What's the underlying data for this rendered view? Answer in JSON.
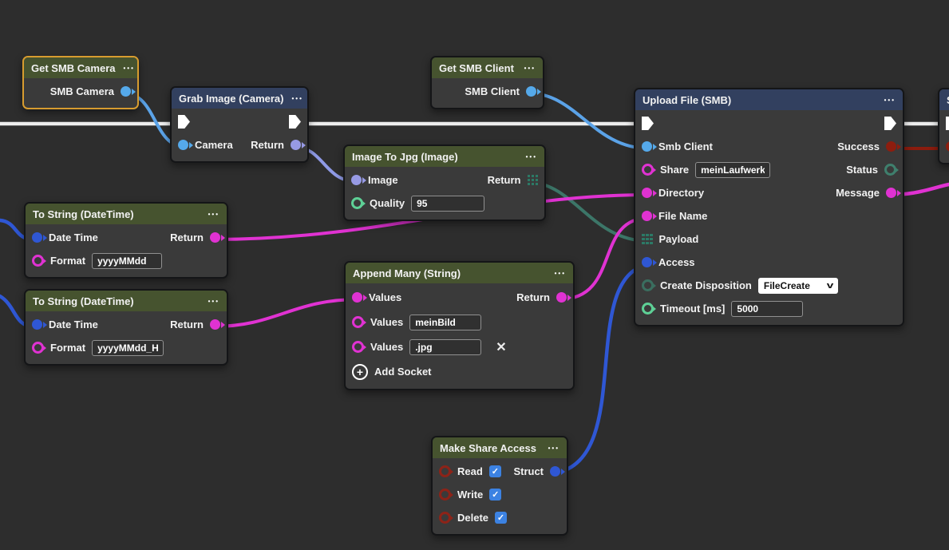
{
  "canvas": {
    "background": "#2d2d2d"
  },
  "icons": {
    "ellipsis": "•••",
    "close": "✕",
    "plus": "+",
    "check": "✓",
    "chevron_down": "v",
    "grid_icon_color": "#2c7a66",
    "exec_pin_color": "#ffffff"
  },
  "colors": {
    "header_green": "#46532f",
    "header_navy": "#32405f",
    "node_body": "#3a3a3a",
    "selection_border": "#d79c2f",
    "port_light_blue": "#55a9ea",
    "port_lavender": "#979ae4",
    "port_royal_blue": "#2f57d4",
    "port_magenta": "#e032d2",
    "port_mint": "#5ed096",
    "port_teal": "#3f7f6d",
    "port_teal_dim": "#3a6e5f",
    "port_dark_red": "#8d1d0e",
    "wire_white": "#ededed",
    "wire_teal": "#3c7668",
    "checkbox_blue": "#3c82e2"
  },
  "nodes": {
    "get_smb_camera": {
      "title": "Get SMB Camera",
      "outputs": {
        "smb_camera": "SMB Camera"
      },
      "selected": true
    },
    "grab_image": {
      "title": "Grab Image (Camera)",
      "inputs": {
        "camera": "Camera"
      },
      "outputs": {
        "return": "Return"
      }
    },
    "get_smb_client": {
      "title": "Get SMB Client",
      "outputs": {
        "smb_client": "SMB Client"
      }
    },
    "image_to_jpg": {
      "title": "Image To Jpg (Image)",
      "inputs": {
        "image": "Image",
        "quality": "Quality"
      },
      "fields": {
        "quality": "95"
      },
      "outputs": {
        "return": "Return"
      }
    },
    "to_string_1": {
      "title": "To String (DateTime)",
      "inputs": {
        "date_time": "Date Time",
        "format": "Format"
      },
      "fields": {
        "format": "yyyyMMdd"
      },
      "outputs": {
        "return": "Return"
      }
    },
    "to_string_2": {
      "title": "To String (DateTime)",
      "inputs": {
        "date_time": "Date Time",
        "format": "Format"
      },
      "fields": {
        "format": "yyyyMMdd_HH"
      },
      "outputs": {
        "return": "Return"
      }
    },
    "append_many": {
      "title": "Append Many (String)",
      "inputs": {
        "values1": "Values",
        "values2": "Values",
        "values3": "Values"
      },
      "fields": {
        "values2": "meinBild",
        "values3": ".jpg"
      },
      "outputs": {
        "return": "Return"
      },
      "add_socket_label": "Add Socket"
    },
    "upload_file": {
      "title": "Upload File (SMB)",
      "inputs": {
        "smb_client": "Smb Client",
        "share": "Share",
        "directory": "Directory",
        "file_name": "File Name",
        "payload": "Payload",
        "access": "Access",
        "create_disposition": "Create Disposition",
        "timeout": "Timeout [ms]"
      },
      "fields": {
        "share": "meinLaufwerk",
        "create_disposition": "FileCreate",
        "timeout": "5000"
      },
      "outputs": {
        "success": "Success",
        "status": "Status",
        "message": "Message"
      }
    },
    "make_share_access": {
      "title": "Make Share Access",
      "inputs": {
        "read": "Read",
        "write": "Write",
        "delete": "Delete"
      },
      "checkboxes": {
        "read": true,
        "write": true,
        "delete": true
      },
      "outputs": {
        "struct": "Struct"
      }
    },
    "partial_right": {
      "title": "S"
    }
  },
  "edges": [
    {
      "from": "offscreen-left exec",
      "to": "Grab Image (Camera).exec-in",
      "color": "#ededed"
    },
    {
      "from": "Grab Image (Camera).exec-out",
      "to": "Upload File (SMB).exec-in",
      "color": "#ededed"
    },
    {
      "from": "Upload File (SMB).exec-out",
      "to": "offscreen-right node.exec-in",
      "color": "#ededed"
    },
    {
      "from": "Get SMB Camera.SMB Camera",
      "to": "Grab Image (Camera).Camera",
      "color": "#5ba3e8"
    },
    {
      "from": "Get SMB Client.SMB Client",
      "to": "Upload File (SMB).Smb Client",
      "color": "#5ba3e8"
    },
    {
      "from": "Grab Image (Camera).Return",
      "to": "Image To Jpg (Image).Image",
      "color": "#8f9ae6"
    },
    {
      "from": "Image To Jpg (Image).Return",
      "to": "Upload File (SMB).Payload",
      "color": "#3c7668"
    },
    {
      "from": "To String (DateTime) #1.Return",
      "to": "Upload File (SMB).Directory",
      "color": "#e032d2"
    },
    {
      "from": "To String (DateTime) #2.Return",
      "to": "Append Many (String).Values",
      "color": "#e032d2"
    },
    {
      "from": "Append Many (String).Return",
      "to": "Upload File (SMB).File Name",
      "color": "#e032d2"
    },
    {
      "from": "Make Share Access.Struct",
      "to": "Upload File (SMB).Access",
      "color": "#2f57d4"
    },
    {
      "from": "offscreen-left",
      "to": "To String (DateTime) #1.Date Time",
      "color": "#2f57d4"
    },
    {
      "from": "offscreen-left",
      "to": "To String (DateTime) #2.Date Time",
      "color": "#2f57d4"
    },
    {
      "from": "Upload File (SMB).Success",
      "to": "offscreen-right node",
      "color": "#8c1c0e"
    },
    {
      "from": "Upload File (SMB).Message",
      "to": "offscreen-right",
      "color": "#e032d2"
    }
  ]
}
